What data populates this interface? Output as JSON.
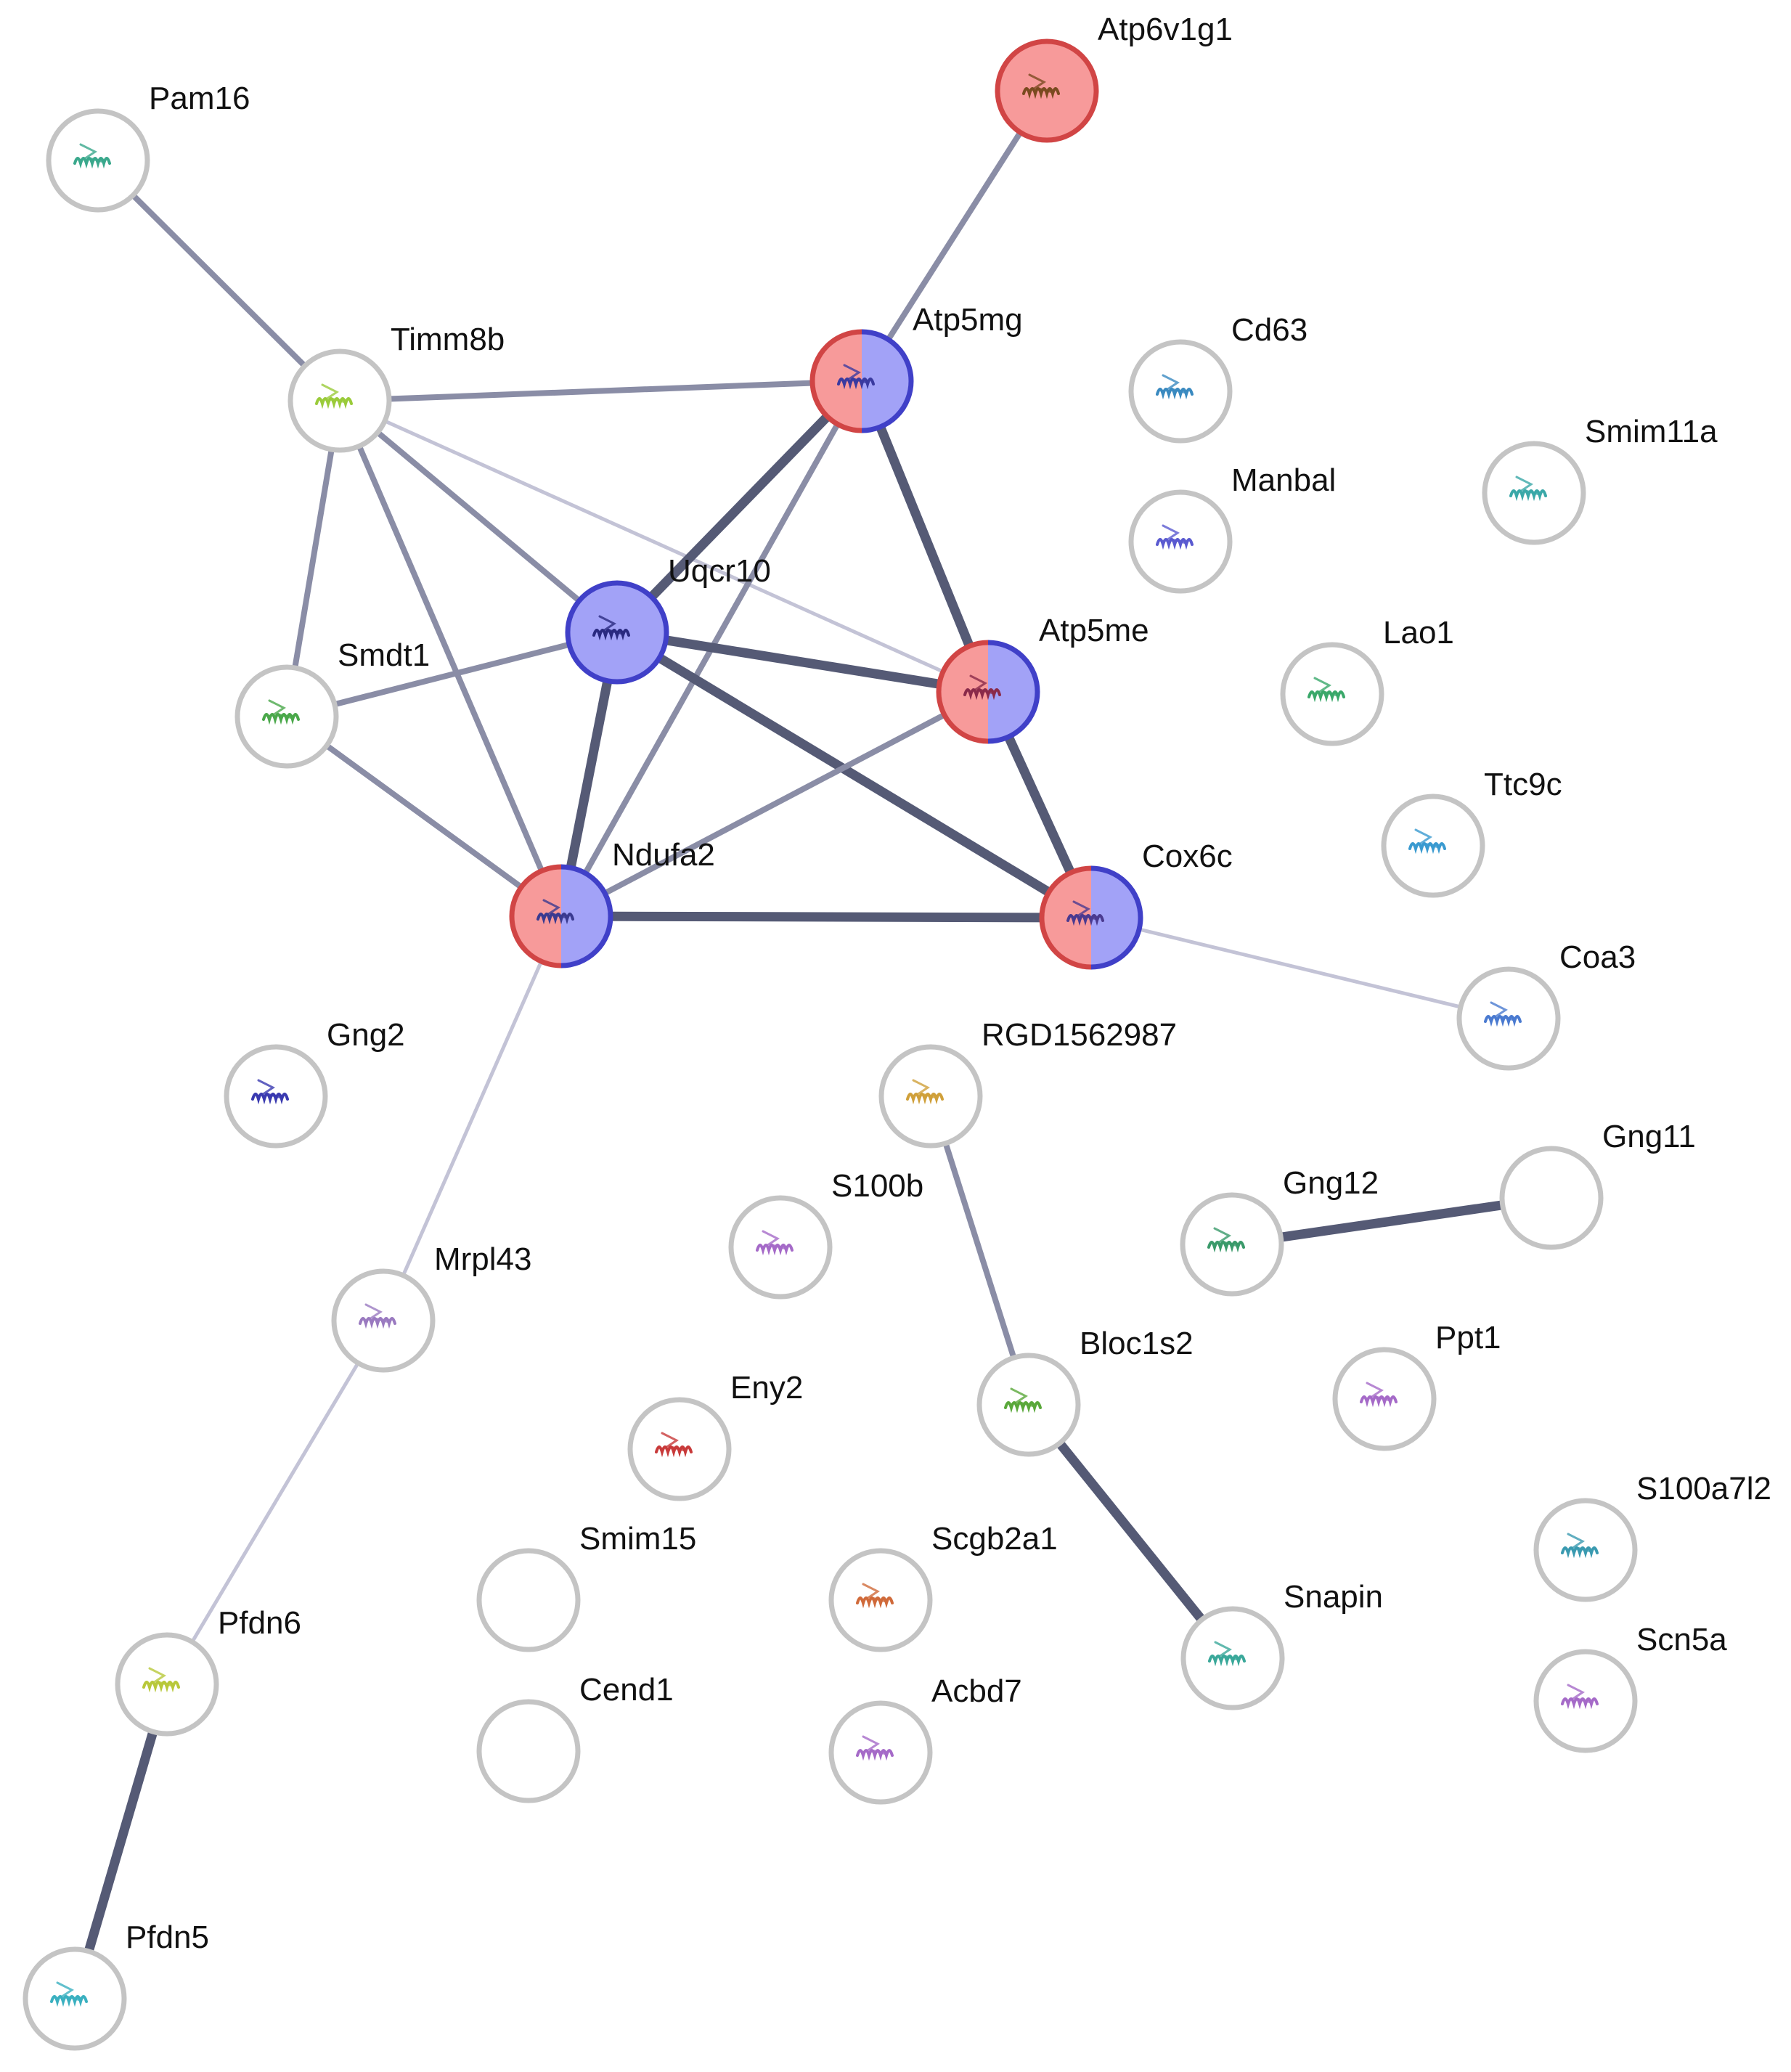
{
  "colors": {
    "query_red": "#f79a9a",
    "query_blue": "#a2a2f7",
    "ring_red": "#d14545",
    "ring_blue": "#4040c8",
    "ring_plain": "#c4c4c4",
    "edge_strong": "#555a75",
    "edge_medium": "#8a8da6",
    "edge_weak": "#c3c3d6"
  },
  "nodes": [
    {
      "id": "Pam16",
      "label": "Pam16",
      "fill": "plain",
      "icon": "protein-structure-icon",
      "icon_color": "#3aa88c"
    },
    {
      "id": "Atp6v1g1",
      "label": "Atp6v1g1",
      "fill": "red",
      "icon": "protein-structure-icon",
      "icon_color": "#7a4a20"
    },
    {
      "id": "Timm8b",
      "label": "Timm8b",
      "fill": "plain",
      "icon": "protein-structure-icon",
      "icon_color": "#9acb3a"
    },
    {
      "id": "Atp5mg",
      "label": "Atp5mg",
      "fill": "split",
      "icon": "protein-structure-icon",
      "icon_color": "#3a3aa0"
    },
    {
      "id": "Cd63",
      "label": "Cd63",
      "fill": "plain",
      "icon": "protein-structure-icon",
      "icon_color": "#3a8ac0"
    },
    {
      "id": "Smim11a",
      "label": "Smim11a",
      "fill": "plain",
      "icon": "protein-structure-icon",
      "icon_color": "#3aa8a8"
    },
    {
      "id": "Manbal",
      "label": "Manbal",
      "fill": "plain",
      "icon": "protein-structure-icon",
      "icon_color": "#5a5ad0"
    },
    {
      "id": "Uqcr10",
      "label": "Uqcr10",
      "fill": "blue",
      "icon": "protein-structure-icon",
      "icon_color": "#2a2a80"
    },
    {
      "id": "Smdt1",
      "label": "Smdt1",
      "fill": "plain",
      "icon": "protein-structure-icon",
      "icon_color": "#4aa84a"
    },
    {
      "id": "Atp5me",
      "label": "Atp5me",
      "fill": "split",
      "icon": "protein-structure-icon",
      "icon_color": "#8a2a4a"
    },
    {
      "id": "Lao1",
      "label": "Lao1",
      "fill": "plain",
      "icon": "protein-structure-icon",
      "icon_color": "#3aa86a"
    },
    {
      "id": "Ttc9c",
      "label": "Ttc9c",
      "fill": "plain",
      "icon": "protein-structure-icon",
      "icon_color": "#3a9ad0"
    },
    {
      "id": "Ndufa2",
      "label": "Ndufa2",
      "fill": "split",
      "icon": "protein-structure-icon",
      "icon_color": "#3a3a90"
    },
    {
      "id": "Cox6c",
      "label": "Cox6c",
      "fill": "split",
      "icon": "protein-structure-icon",
      "icon_color": "#4a3a90"
    },
    {
      "id": "Coa3",
      "label": "Coa3",
      "fill": "plain",
      "icon": "protein-structure-icon",
      "icon_color": "#4a7ad0"
    },
    {
      "id": "Gng2",
      "label": "Gng2",
      "fill": "plain",
      "icon": "protein-structure-icon",
      "icon_color": "#3a3ab0"
    },
    {
      "id": "RGD1562987",
      "label": "RGD1562987",
      "fill": "plain",
      "icon": "protein-structure-icon",
      "icon_color": "#d0a03a"
    },
    {
      "id": "S100b",
      "label": "S100b",
      "fill": "plain",
      "icon": "protein-structure-icon",
      "icon_color": "#a56ac8"
    },
    {
      "id": "Gng11",
      "label": "Gng11",
      "fill": "plain",
      "icon": "",
      "icon_color": "#ffffff"
    },
    {
      "id": "Gng12",
      "label": "Gng12",
      "fill": "plain",
      "icon": "protein-structure-icon",
      "icon_color": "#3a9a6a"
    },
    {
      "id": "Mrpl43",
      "label": "Mrpl43",
      "fill": "plain",
      "icon": "protein-structure-icon",
      "icon_color": "#9a7ac0"
    },
    {
      "id": "Bloc1s2",
      "label": "Bloc1s2",
      "fill": "plain",
      "icon": "protein-structure-icon",
      "icon_color": "#5aa83a"
    },
    {
      "id": "Ppt1",
      "label": "Ppt1",
      "fill": "plain",
      "icon": "protein-structure-icon",
      "icon_color": "#a56ac8"
    },
    {
      "id": "Eny2",
      "label": "Eny2",
      "fill": "plain",
      "icon": "protein-structure-icon",
      "icon_color": "#c83a3a"
    },
    {
      "id": "S100a7l2",
      "label": "S100a7l2",
      "fill": "plain",
      "icon": "protein-structure-icon",
      "icon_color": "#3a9ab0"
    },
    {
      "id": "Smim15",
      "label": "Smim15",
      "fill": "plain",
      "icon": "",
      "icon_color": "#ffffff"
    },
    {
      "id": "Scgb2a1",
      "label": "Scgb2a1",
      "fill": "plain",
      "icon": "protein-structure-icon",
      "icon_color": "#d06a3a"
    },
    {
      "id": "Snapin",
      "label": "Snapin",
      "fill": "plain",
      "icon": "protein-structure-icon",
      "icon_color": "#3aa89a"
    },
    {
      "id": "Pfdn6",
      "label": "Pfdn6",
      "fill": "plain",
      "icon": "protein-structure-icon",
      "icon_color": "#b8c83a"
    },
    {
      "id": "Cend1",
      "label": "Cend1",
      "fill": "plain",
      "icon": "",
      "icon_color": "#ffffff"
    },
    {
      "id": "Acbd7",
      "label": "Acbd7",
      "fill": "plain",
      "icon": "protein-structure-icon",
      "icon_color": "#a56ac8"
    },
    {
      "id": "Scn5a",
      "label": "Scn5a",
      "fill": "plain",
      "icon": "protein-structure-icon",
      "icon_color": "#a56ac8"
    },
    {
      "id": "Pfdn5",
      "label": "Pfdn5",
      "fill": "plain",
      "icon": "protein-structure-icon",
      "icon_color": "#3ab0c0"
    }
  ],
  "edges": [
    {
      "source": "Pam16",
      "target": "Timm8b",
      "strength": "medium"
    },
    {
      "source": "Atp6v1g1",
      "target": "Atp5mg",
      "strength": "medium"
    },
    {
      "source": "Timm8b",
      "target": "Atp5mg",
      "strength": "medium"
    },
    {
      "source": "Timm8b",
      "target": "Uqcr10",
      "strength": "medium"
    },
    {
      "source": "Timm8b",
      "target": "Atp5me",
      "strength": "weak"
    },
    {
      "source": "Timm8b",
      "target": "Smdt1",
      "strength": "medium"
    },
    {
      "source": "Timm8b",
      "target": "Ndufa2",
      "strength": "medium"
    },
    {
      "source": "Atp5mg",
      "target": "Uqcr10",
      "strength": "strong"
    },
    {
      "source": "Atp5mg",
      "target": "Atp5me",
      "strength": "strong"
    },
    {
      "source": "Atp5mg",
      "target": "Ndufa2",
      "strength": "medium"
    },
    {
      "source": "Uqcr10",
      "target": "Atp5me",
      "strength": "strong"
    },
    {
      "source": "Uqcr10",
      "target": "Ndufa2",
      "strength": "strong"
    },
    {
      "source": "Uqcr10",
      "target": "Cox6c",
      "strength": "strong"
    },
    {
      "source": "Uqcr10",
      "target": "Smdt1",
      "strength": "medium"
    },
    {
      "source": "Atp5me",
      "target": "Cox6c",
      "strength": "strong"
    },
    {
      "source": "Atp5me",
      "target": "Ndufa2",
      "strength": "medium"
    },
    {
      "source": "Smdt1",
      "target": "Ndufa2",
      "strength": "medium"
    },
    {
      "source": "Ndufa2",
      "target": "Cox6c",
      "strength": "strong"
    },
    {
      "source": "Ndufa2",
      "target": "Mrpl43",
      "strength": "weak"
    },
    {
      "source": "Cox6c",
      "target": "Coa3",
      "strength": "weak"
    },
    {
      "source": "Mrpl43",
      "target": "Pfdn6",
      "strength": "weak"
    },
    {
      "source": "Pfdn6",
      "target": "Pfdn5",
      "strength": "strong"
    },
    {
      "source": "RGD1562987",
      "target": "Bloc1s2",
      "strength": "medium"
    },
    {
      "source": "Bloc1s2",
      "target": "Snapin",
      "strength": "strong"
    },
    {
      "source": "Gng12",
      "target": "Gng11",
      "strength": "strong"
    }
  ]
}
